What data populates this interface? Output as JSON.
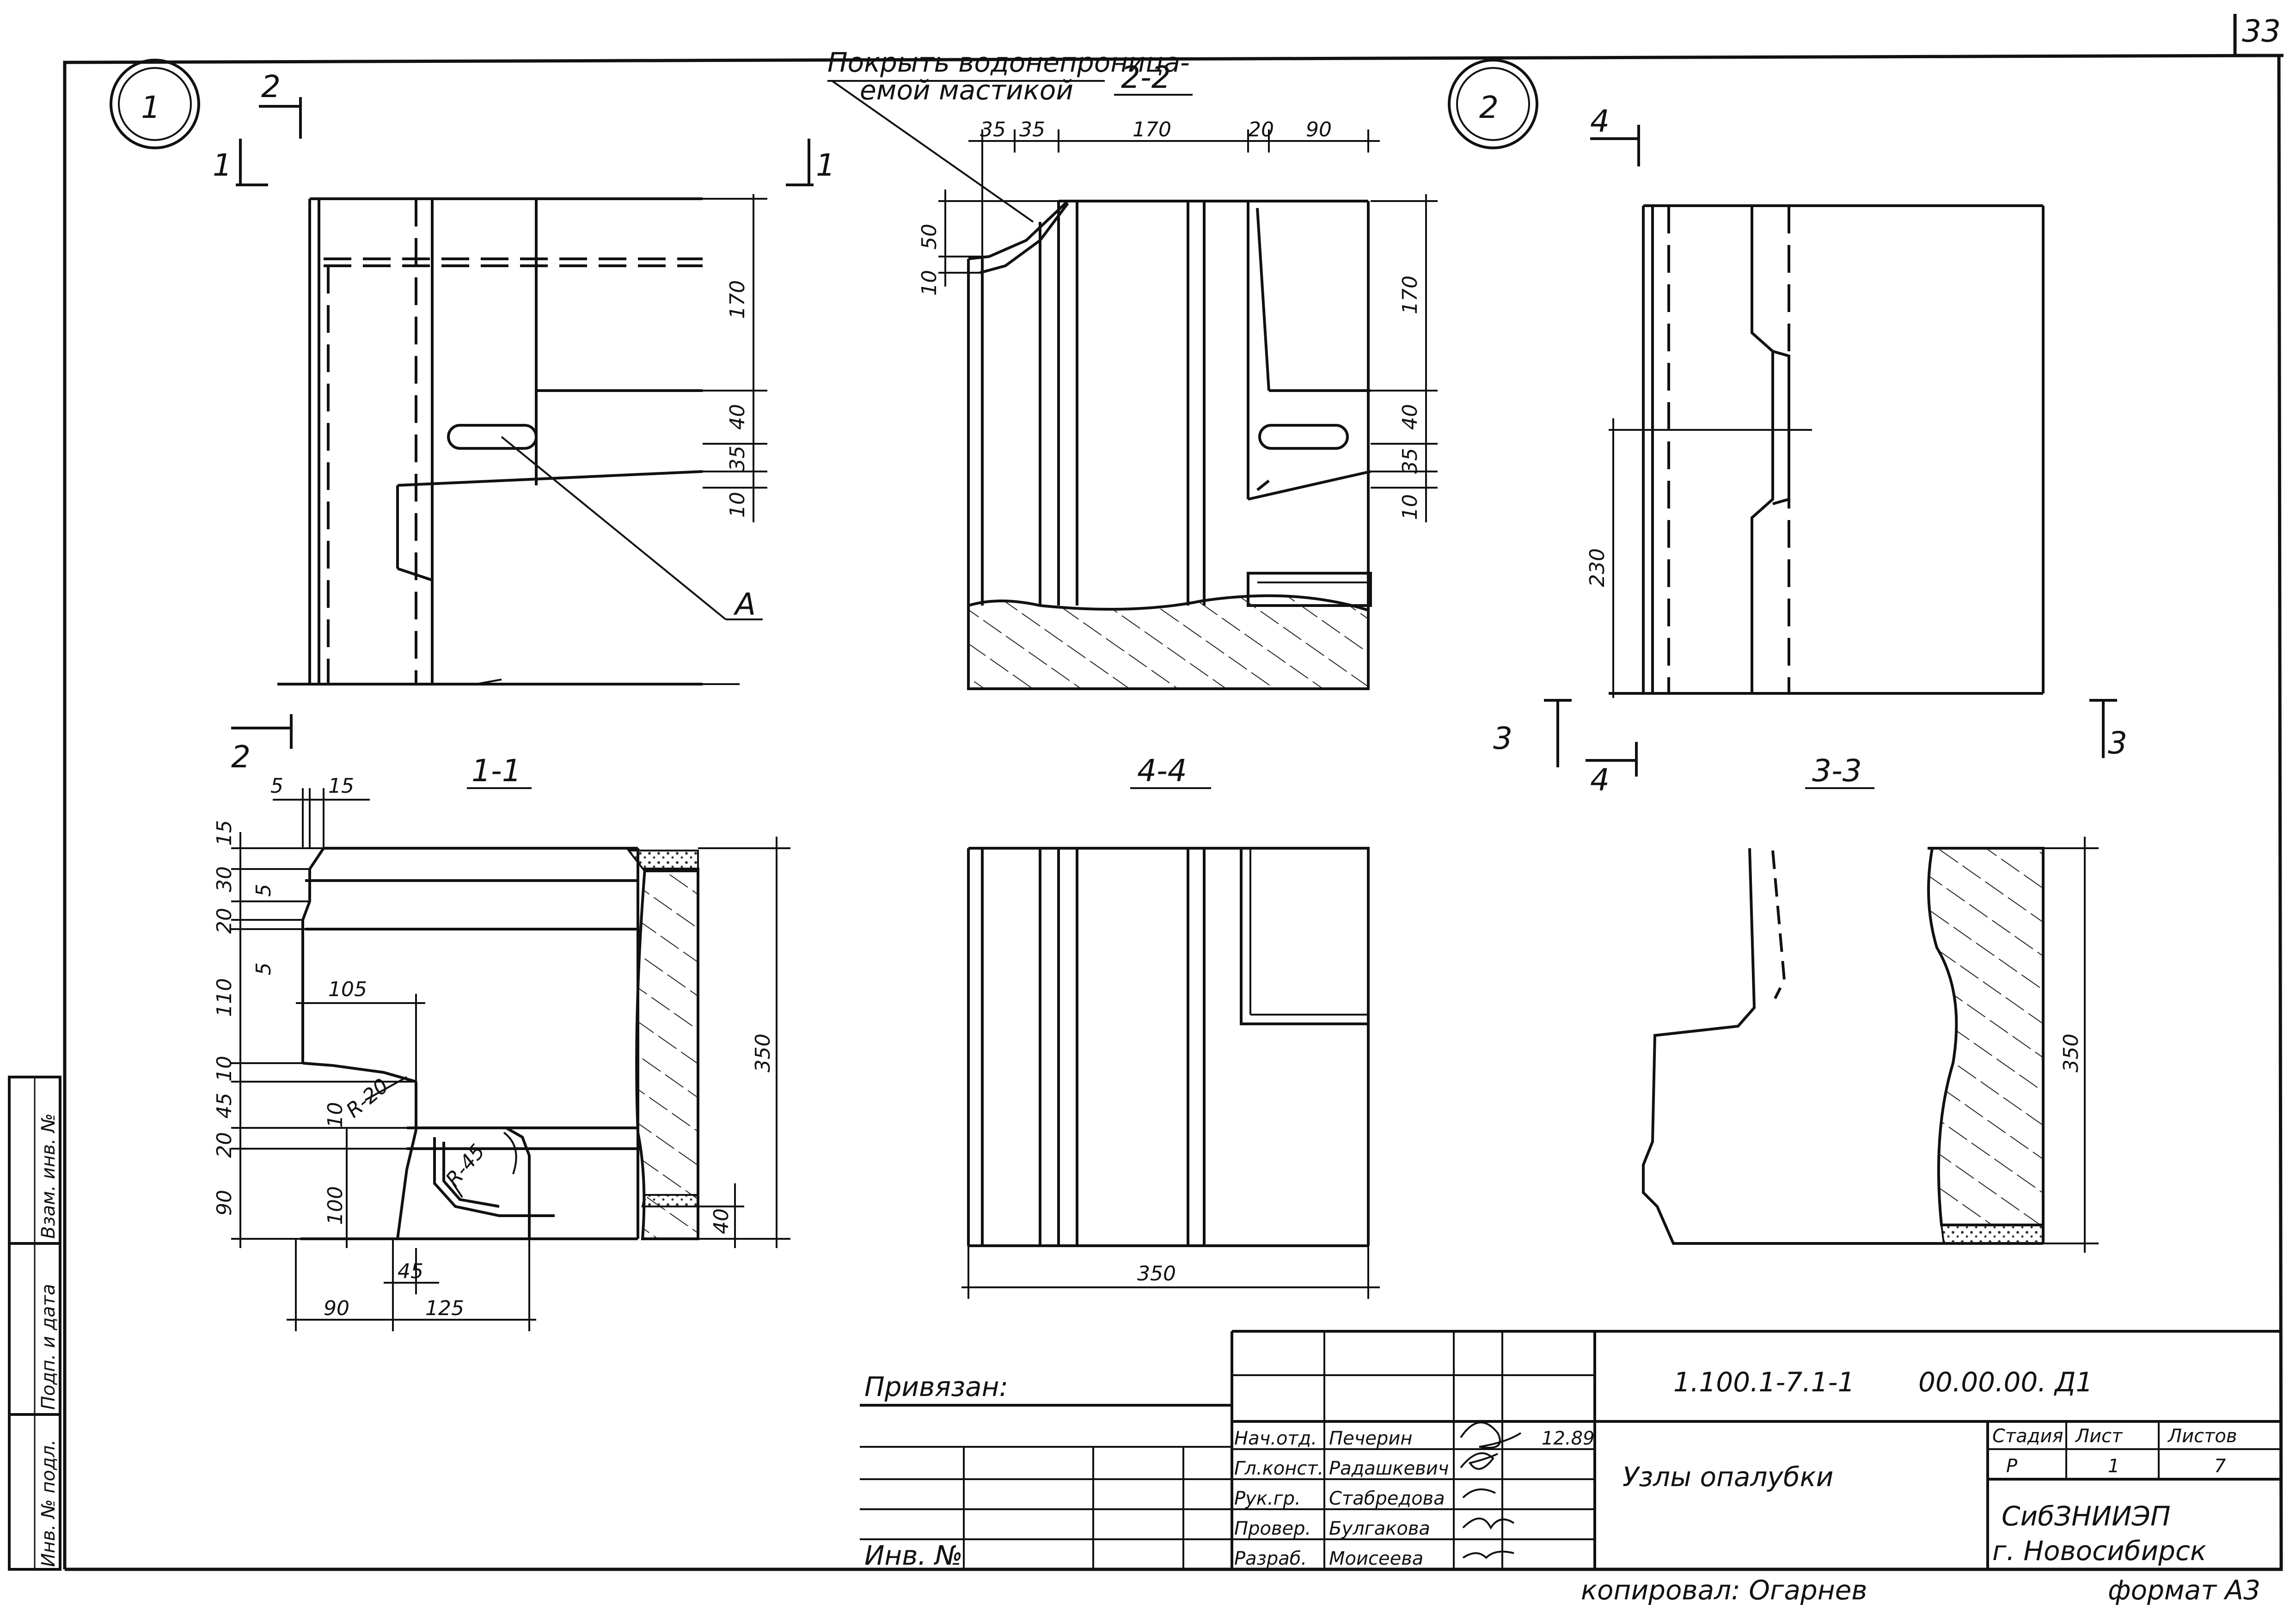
{
  "sheet": {
    "number": "33",
    "format_note": "формат А3",
    "copied_by": "копировал: Огарнев"
  },
  "callouts": {
    "node1": "1",
    "node2": "2"
  },
  "section_marks": {
    "m1": "1",
    "m2": "2",
    "m3": "3",
    "m4": "4"
  },
  "section_titles": {
    "s22": "2-2",
    "s11": "1-1",
    "s44": "4-4",
    "s33": "3-3"
  },
  "note": {
    "line1": "Покрыть водонепроница-",
    "line2": "емой мастикой"
  },
  "leader_label_a": "А",
  "dims": {
    "top_35a": "35",
    "top_35b": "35",
    "top_170": "170",
    "top_20": "20",
    "top_90": "90",
    "v1_170": "170",
    "v1_40": "40",
    "v1_35": "35",
    "v1_10": "10",
    "v2_170": "170",
    "v2_40": "40",
    "v2_35": "35",
    "v2_10": "10",
    "v2_50": "50",
    "v2_10b": "10",
    "d33_230": "230",
    "s11_5": "5",
    "s11_15": "15",
    "s11_v15": "15",
    "s11_v30": "30",
    "s11_v5": "5",
    "s11_v20": "20",
    "s11_v5b": "5",
    "s11_v110": "110",
    "s11_v10": "10",
    "s11_v45": "45",
    "s11_v20b": "20",
    "s11_v90": "90",
    "s11_105": "105",
    "s11_r20": "R-20",
    "s11_10": "10",
    "s11_r45": "R-45",
    "s11_100": "100",
    "s11_45": "45",
    "s11_90": "90",
    "s11_125": "125",
    "s11_350": "350",
    "s11_40": "40",
    "s44_350": "350",
    "s33_350": "350"
  },
  "left_strip": {
    "c1": "Взам. инв. №",
    "c2": "Подп. и дата",
    "c3": "Инв. № подл."
  },
  "title_block": {
    "privyazan": "Привязан:",
    "inv_no": "Инв. №",
    "doc_code": "1.100.1-7.1-1",
    "doc_no": "00.00.00. Д1",
    "roles": [
      "Нач.отд.",
      "Гл.конст.",
      "Рук.гр.",
      "Провер.",
      "Разраб."
    ],
    "names": [
      "Печерин",
      "Радашкевич",
      "Стабредова",
      "Булгакова",
      "Моисеева"
    ],
    "date": "12.89",
    "drawing_title": "Узлы опалубки",
    "stage_hdr": "Стадия",
    "sheet_hdr": "Лист",
    "sheets_hdr": "Листов",
    "stage": "Р",
    "sheet": "1",
    "sheets": "7",
    "org1": "СибЗНИИЭП",
    "org2": "г. Новосибирск"
  }
}
